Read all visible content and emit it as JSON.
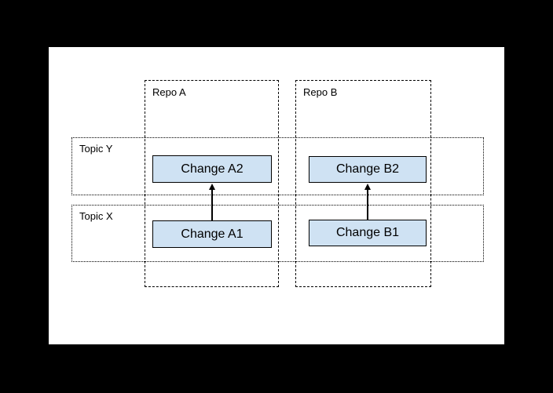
{
  "page": {
    "background_color": "#000000",
    "canvas_color": "#ffffff"
  },
  "diagram": {
    "repos": [
      {
        "label": "Repo A"
      },
      {
        "label": "Repo B"
      }
    ],
    "topics": [
      {
        "label": "Topic Y"
      },
      {
        "label": "Topic X"
      }
    ],
    "changes": [
      {
        "label": "Change A2"
      },
      {
        "label": "Change B2"
      },
      {
        "label": "Change A1"
      },
      {
        "label": "Change B1"
      }
    ],
    "arrows": [
      {
        "from": "Change A1",
        "to": "Change A2"
      },
      {
        "from": "Change B1",
        "to": "Change B2"
      }
    ],
    "colors": {
      "change_fill": "#cfe2f3",
      "change_border": "#000000",
      "container_border": "#000000",
      "arrow": "#000000",
      "text": "#000000"
    }
  }
}
